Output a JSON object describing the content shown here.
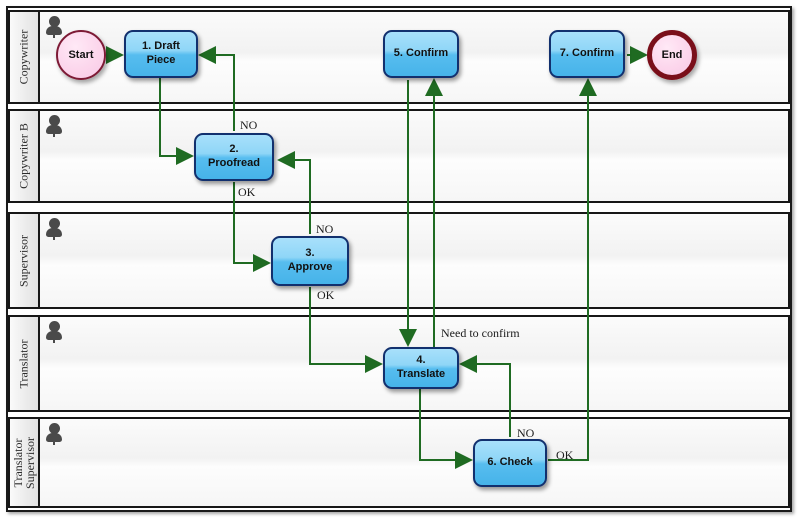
{
  "diagram": {
    "type": "swimlane-workflow",
    "accent_flow_color": "#1f6b22",
    "task_border_color": "#12306e",
    "lanes": [
      {
        "id": "copywriter",
        "label": "Copywriter"
      },
      {
        "id": "copywriter-b",
        "label": "Copywriter B"
      },
      {
        "id": "supervisor",
        "label": "Supervisor"
      },
      {
        "id": "translator",
        "label": "Translator"
      },
      {
        "id": "translator-supervisor",
        "label": "Translator\nSupervisor",
        "line1": "Translator",
        "line2": "Supervisor"
      }
    ],
    "events": [
      {
        "id": "start",
        "label": "Start",
        "lane": "copywriter",
        "kind": "start"
      },
      {
        "id": "end",
        "label": "End",
        "lane": "copywriter",
        "kind": "end"
      }
    ],
    "tasks": [
      {
        "id": "t1",
        "label": "1. Draft Piece",
        "line1": "1. Draft",
        "line2": "Piece",
        "lane": "copywriter"
      },
      {
        "id": "t5",
        "label": "5. Confirm",
        "line1": "5. Confirm",
        "line2": "",
        "lane": "copywriter"
      },
      {
        "id": "t7",
        "label": "7. Confirm",
        "line1": "7. Confirm",
        "line2": "",
        "lane": "copywriter"
      },
      {
        "id": "t2",
        "label": "2. Proofread",
        "line1": "2.",
        "line2": "Proofread",
        "lane": "copywriter-b"
      },
      {
        "id": "t3",
        "label": "3. Approve",
        "line1": "3.",
        "line2": "Approve",
        "lane": "supervisor"
      },
      {
        "id": "t4",
        "label": "4. Translate",
        "line1": "4.",
        "line2": "Translate",
        "lane": "translator"
      },
      {
        "id": "t6",
        "label": "6. Check",
        "line1": "6. Check",
        "line2": "",
        "lane": "translator-supervisor"
      }
    ],
    "flow_labels": [
      {
        "id": "no-proofread",
        "text": "NO"
      },
      {
        "id": "ok-proofread",
        "text": "OK"
      },
      {
        "id": "no-approve",
        "text": "NO"
      },
      {
        "id": "ok-approve",
        "text": "OK"
      },
      {
        "id": "need-to-confirm",
        "text": "Need to confirm"
      },
      {
        "id": "no-check",
        "text": "NO"
      },
      {
        "id": "ok-check",
        "text": "OK"
      }
    ]
  }
}
